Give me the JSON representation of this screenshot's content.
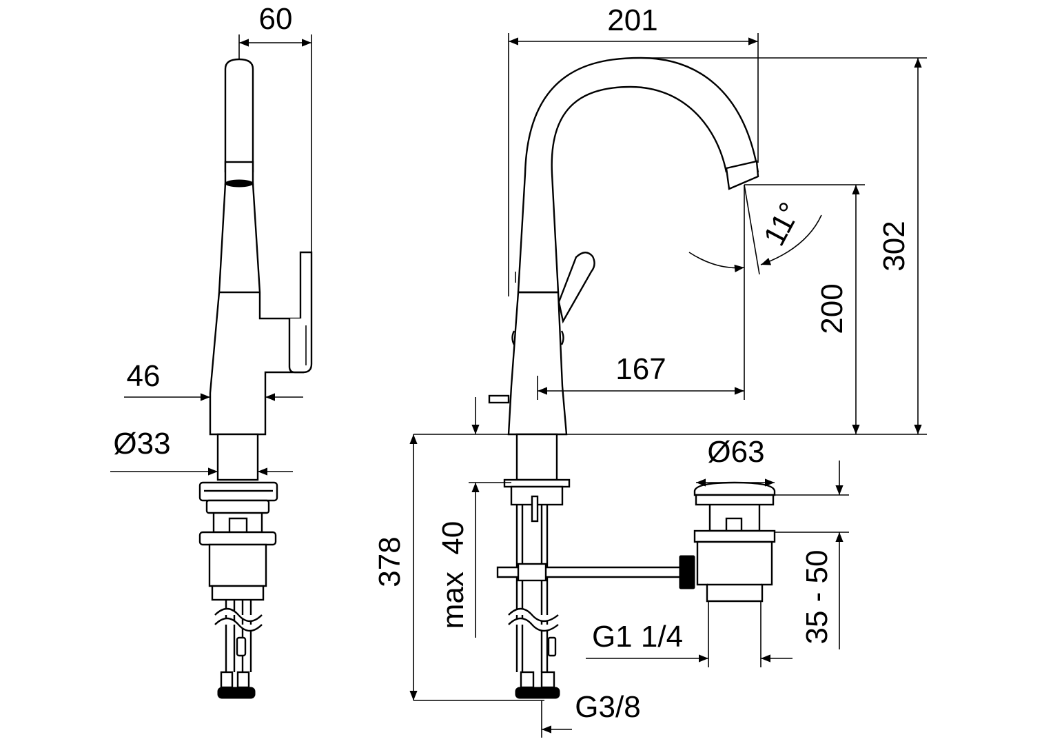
{
  "dimensions": {
    "side_top_width": "60",
    "side_body_width": "46",
    "side_shank_diameter": "Ø33",
    "front_reach_total": "201",
    "front_height_total": "302",
    "front_outlet_height": "200",
    "front_outlet_reach": "167",
    "spray_angle": "11°",
    "below_counter_depth": "378",
    "countertop_thickness": "max  40",
    "drain_diameter": "Ø63",
    "drain_adjust_range": "35 - 50",
    "drain_thread": "G1 1/4",
    "supply_thread": "G3/8"
  }
}
